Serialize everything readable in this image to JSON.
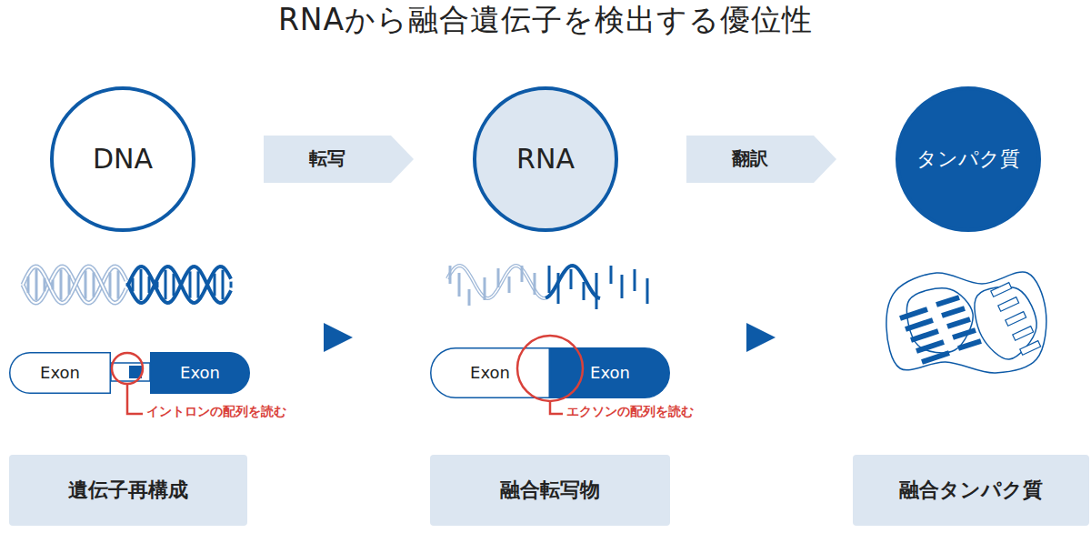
{
  "diagram": {
    "title": "RNAから融合遺伝子を検出する優位性",
    "nodes": [
      {
        "text": [
          "DNA"
        ]
      },
      {
        "text": [
          "RNA"
        ]
      },
      {
        "text": [
          "タンパク質"
        ]
      },
      {
        "text": [
          "Exon"
        ]
      },
      {
        "text": [
          "Exon"
        ]
      },
      {
        "text": [
          "Exon"
        ]
      },
      {
        "text": [
          "Exon"
        ]
      },
      {
        "text": [
          "遺伝子再構成"
        ]
      },
      {
        "text": [
          "融合転写物"
        ]
      },
      {
        "text": [
          "融合タンパク質"
        ]
      }
    ],
    "edges": [
      {
        "from": 0,
        "to": 1,
        "arrow": "to",
        "label": "転写"
      },
      {
        "from": 1,
        "to": 2,
        "arrow": "to",
        "label": "翻訳"
      }
    ],
    "labels": [
      "イントロンの配列を読む",
      "エクソンの配列を読む"
    ]
  }
}
